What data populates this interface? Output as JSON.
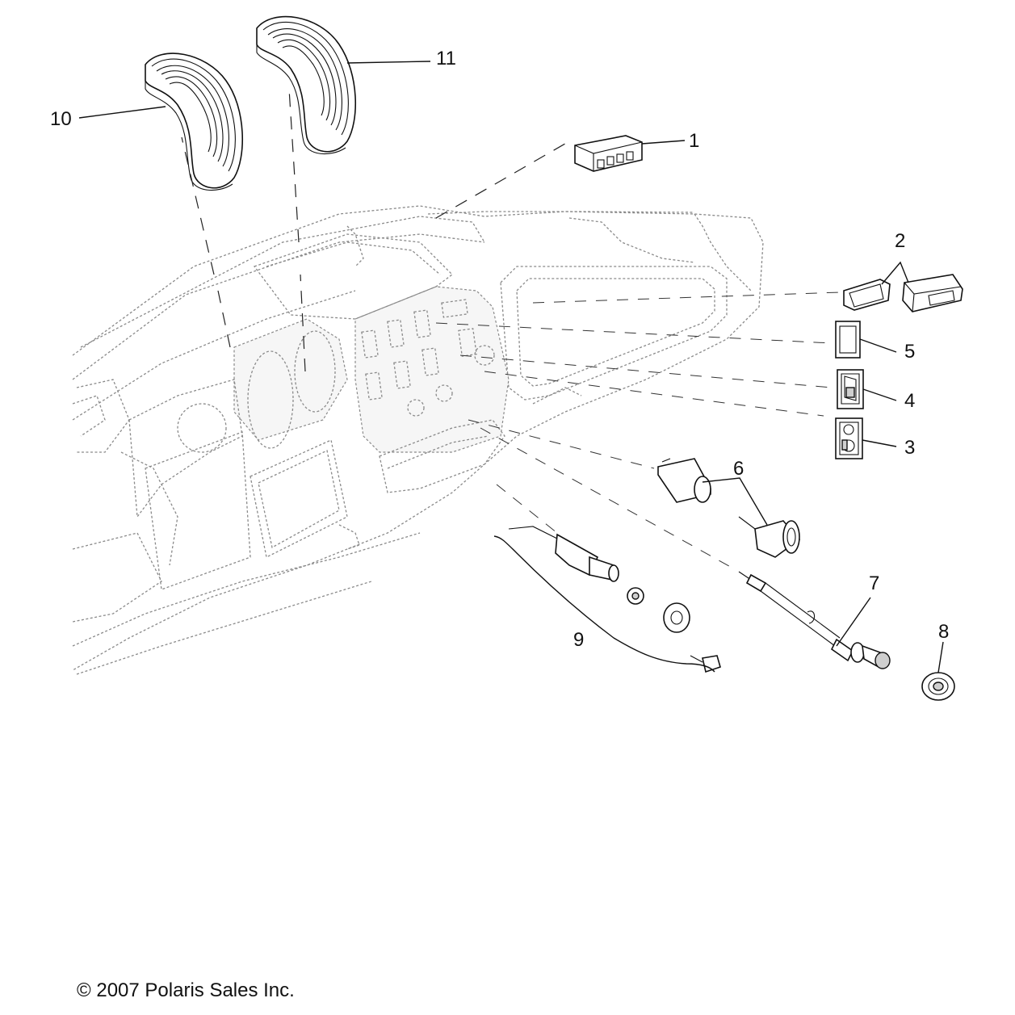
{
  "diagram": {
    "callouts": {
      "c1": "1",
      "c2": "2",
      "c3": "3",
      "c4": "4",
      "c5": "5",
      "c6": "6",
      "c7": "7",
      "c8": "8",
      "c9": "9",
      "c10": "10",
      "c11": "11"
    }
  },
  "footer": {
    "copyright": "© 2007 Polaris Sales Inc."
  }
}
